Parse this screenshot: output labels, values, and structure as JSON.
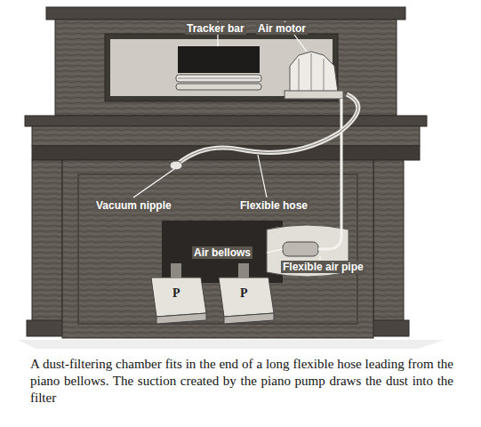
{
  "diagram": {
    "caption": "A dust-filtering chamber fits in the end of a long flexible hose leading from the piano bellows. The suction created by the piano pump draws the dust into the filter",
    "labels": [
      "Tracker bar",
      "Air motor",
      "Vacuum nipple",
      "Flexible hose",
      "Air bellows",
      "Flexible air pipe",
      "P",
      "P"
    ]
  }
}
